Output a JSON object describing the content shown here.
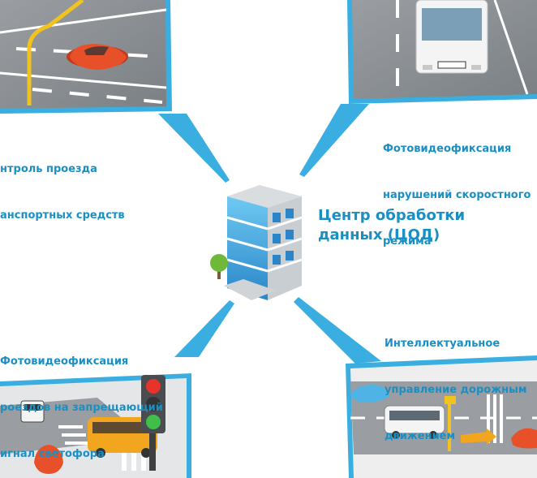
{
  "center": {
    "title_line1": "Центр обработки",
    "title_line2": "данных (ЦОД)",
    "icon": "data-center-building-icon"
  },
  "nodes": [
    {
      "id": "vehicle-control",
      "lines": [
        "нтроль проезда",
        "анспортных средств"
      ],
      "scene": "road-with-red-car-and-camera-pole"
    },
    {
      "id": "speed-violations",
      "lines": [
        "Фотовидеофиксация",
        "нарушений скоростного",
        "режима"
      ],
      "scene": "road-with-white-bus"
    },
    {
      "id": "red-light",
      "lines": [
        "Фотовидеофиксация",
        "роездов на запрещающий",
        "игнал светофора"
      ],
      "scene": "intersection-with-traffic-light"
    },
    {
      "id": "traffic-management",
      "lines": [
        "Интеллектуальное",
        "управление дорожным",
        "движением"
      ],
      "scene": "intersection-with-bus-and-cars"
    }
  ],
  "colors": {
    "accent": "#1a8fc4",
    "frame": "#3aaee0",
    "road": "#8a8f93",
    "sidewalk": "#e6e6e6",
    "car_red": "#e8502a",
    "bus_yellow": "#f2a51f"
  }
}
